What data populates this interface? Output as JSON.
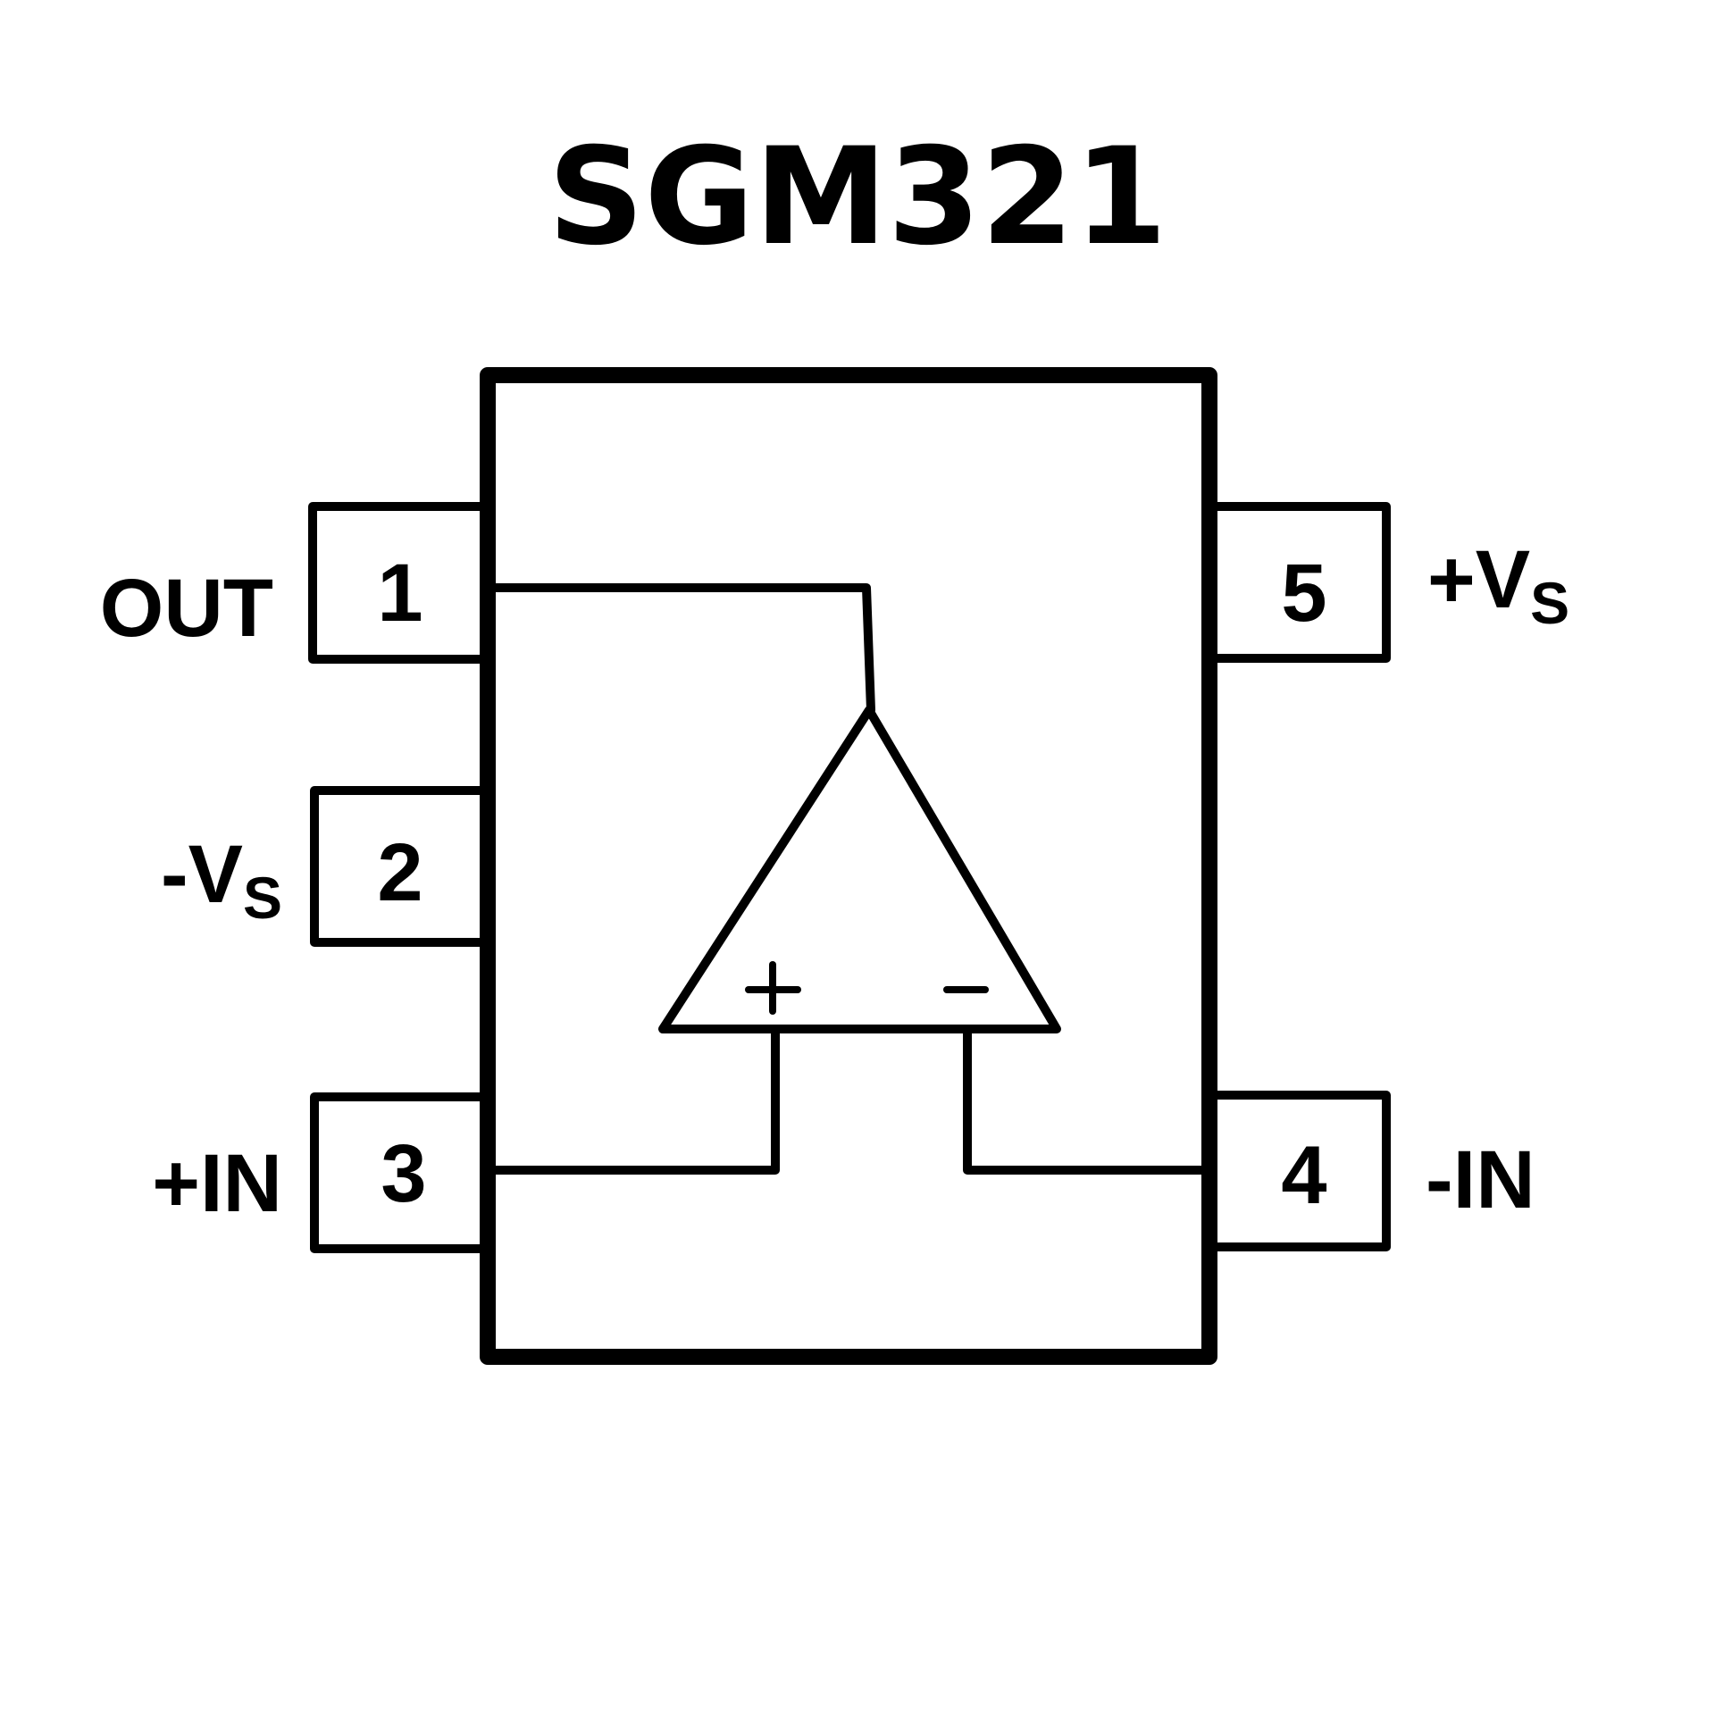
{
  "title": "SGM321",
  "colors": {
    "stroke": "#000000",
    "background": "#ffffff"
  },
  "opamp": {
    "noninverting_symbol": "+",
    "inverting_symbol": "−"
  },
  "pins": [
    {
      "number": "1",
      "label": "OUT",
      "label_sub": "",
      "side": "left"
    },
    {
      "number": "2",
      "label": "-V",
      "label_sub": "S",
      "side": "left"
    },
    {
      "number": "3",
      "label": "+IN",
      "label_sub": "",
      "side": "left"
    },
    {
      "number": "4",
      "label": "-IN",
      "label_sub": "",
      "side": "right"
    },
    {
      "number": "5",
      "label": "+V",
      "label_sub": "S",
      "side": "right"
    }
  ]
}
